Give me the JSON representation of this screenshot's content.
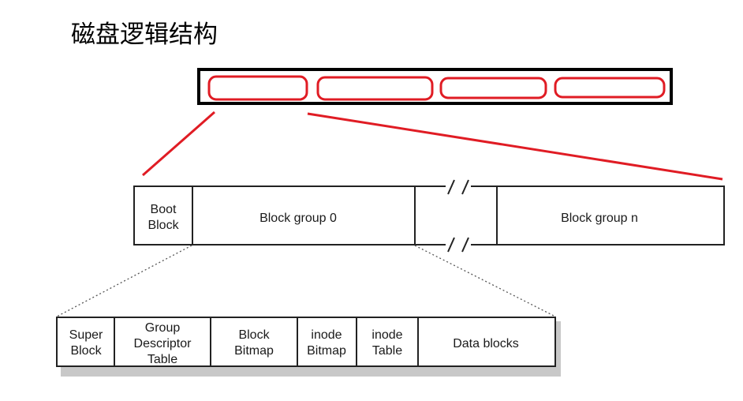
{
  "title": "磁盘逻辑结构",
  "colors": {
    "highlight": "#e01c24",
    "stroke": "#222222",
    "shadow": "#9a9a9a"
  },
  "top_level": {
    "boot_block": [
      "Boot",
      "Block"
    ],
    "block_group_0": "Block group 0",
    "block_group_n": "Block group n",
    "break_mark": "/ /"
  },
  "group_detail": {
    "super_block": [
      "Super",
      "Block"
    ],
    "group_descriptor_table": [
      "Group",
      "Descriptor",
      "Table"
    ],
    "block_bitmap": [
      "Block",
      "Bitmap"
    ],
    "inode_bitmap": [
      "inode",
      "Bitmap"
    ],
    "inode_table": [
      "inode",
      "Table"
    ],
    "data_blocks": "Data blocks"
  }
}
